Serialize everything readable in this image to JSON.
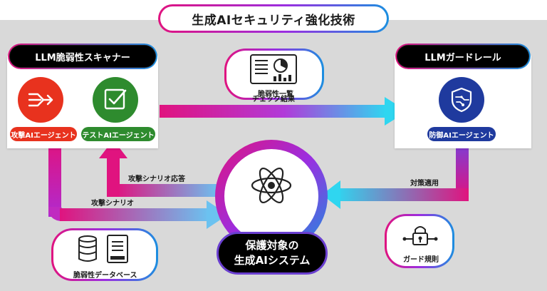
{
  "title": "生成AIセキュリティ強化技術",
  "scanner": {
    "title": "LLM脆弱性スキャナー",
    "attack_agent": "攻撃AIエージェント",
    "test_agent": "テストAIエージェント"
  },
  "guardrail": {
    "title": "LLMガードレール",
    "defense_agent": "防御AIエージェント"
  },
  "bubbles": {
    "vuln_list": "脆弱性一覧",
    "vuln_db": "脆弱性データベース",
    "guard_rules": "ガード規則"
  },
  "flows": {
    "check_result": "チェック結果",
    "attack_response": "攻撃シナリオ応答",
    "attack_scenario": "攻撃シナリオ",
    "apply_countermeasure": "対策適用"
  },
  "target": {
    "line1": "保護対象の",
    "line2": "生成AIシステム"
  },
  "colors": {
    "attack_red": "#e8321e",
    "test_green": "#2e8b2e",
    "defense_blue": "#1f3a9e",
    "flow_magenta": "#e0137f",
    "flow_cyan": "#2fd6f0",
    "title_gradient_start": "#e0137f",
    "title_gradient_end": "#1b8fe0"
  },
  "icons": {
    "attack": "arrows-merge-icon",
    "test": "checkbox-icon",
    "defense": "shield-circuit-icon",
    "vuln_list": "report-chart-icon",
    "vuln_db": "database-server-icon",
    "guard_rules": "padlock-network-icon",
    "target": "atom-icon"
  }
}
